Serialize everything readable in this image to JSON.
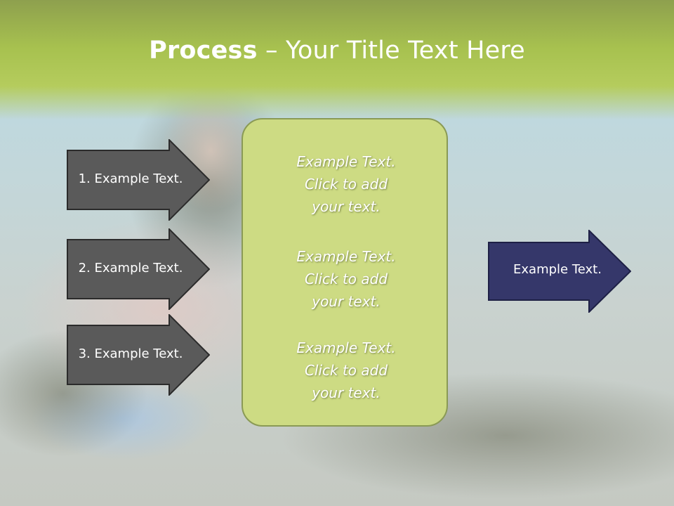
{
  "title": {
    "bold": "Process",
    "rest": " – Your Title Text Here"
  },
  "left_arrows": [
    {
      "label": "1. Example Text."
    },
    {
      "label": "2. Example Text."
    },
    {
      "label": "3. Example Text."
    }
  ],
  "center_blocks": [
    {
      "line1": "Example Text.",
      "line2": "Click  to add",
      "line3": "your text."
    },
    {
      "line1": "Example Text.",
      "line2": "Click  to add",
      "line3": "your text."
    },
    {
      "line1": "Example Text.",
      "line2": "Click  to add",
      "line3": "your text."
    }
  ],
  "right_arrow": {
    "label": "Example Text."
  },
  "colors": {
    "header_green": "#a7c14f",
    "center_box": "#cddb83",
    "left_arrow_fill": "#5a5a5a",
    "right_arrow_fill": "#35376a"
  }
}
